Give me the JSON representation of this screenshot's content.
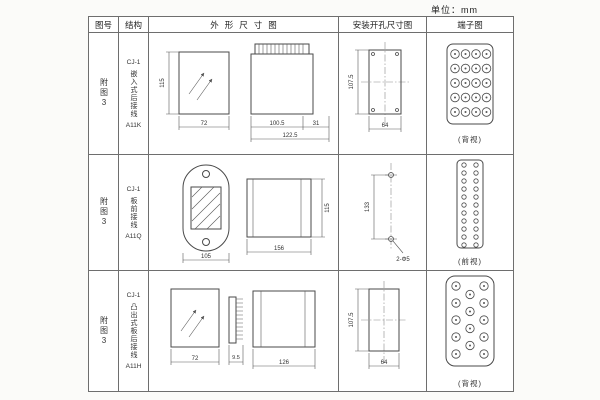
{
  "page": {
    "unit_label": "单位：mm"
  },
  "table": {
    "headers": {
      "fig": "图号",
      "structure": "结构",
      "outline": "外形尺寸图",
      "mounting": "安装开孔尺寸图",
      "terminal": "端子图"
    },
    "rows": [
      {
        "fig": "附图3",
        "model": "CJ-1",
        "structure": "嵌入式后接线",
        "code": "A11K",
        "outline_dims": {
          "front_height": "115",
          "front_width": "72",
          "body_depth": "100.5",
          "pin_depth": "31",
          "total_depth": "122.5"
        },
        "mount_dims": {
          "cutout_height": "107.5",
          "cutout_width": "64"
        },
        "terminal_view": "(背视)"
      },
      {
        "fig": "附图3",
        "model": "CJ-1",
        "structure": "板前接线",
        "code": "A11Q",
        "outline_dims": {
          "front_width": "105",
          "side_length": "156",
          "side_height": "115"
        },
        "mount_dims": {
          "hole_spacing": "133",
          "holes": "2-Φ5"
        },
        "terminal_view": "(前视)"
      },
      {
        "fig": "附图3",
        "model": "CJ-1",
        "structure": "凸出式板后接线",
        "code": "A11H",
        "outline_dims": {
          "front_width": "72",
          "pin_pitch": "9.5",
          "side_length": "126"
        },
        "mount_dims": {
          "cutout_height": "107.5",
          "cutout_width": "64"
        },
        "terminal_view": "(背视)"
      }
    ]
  }
}
